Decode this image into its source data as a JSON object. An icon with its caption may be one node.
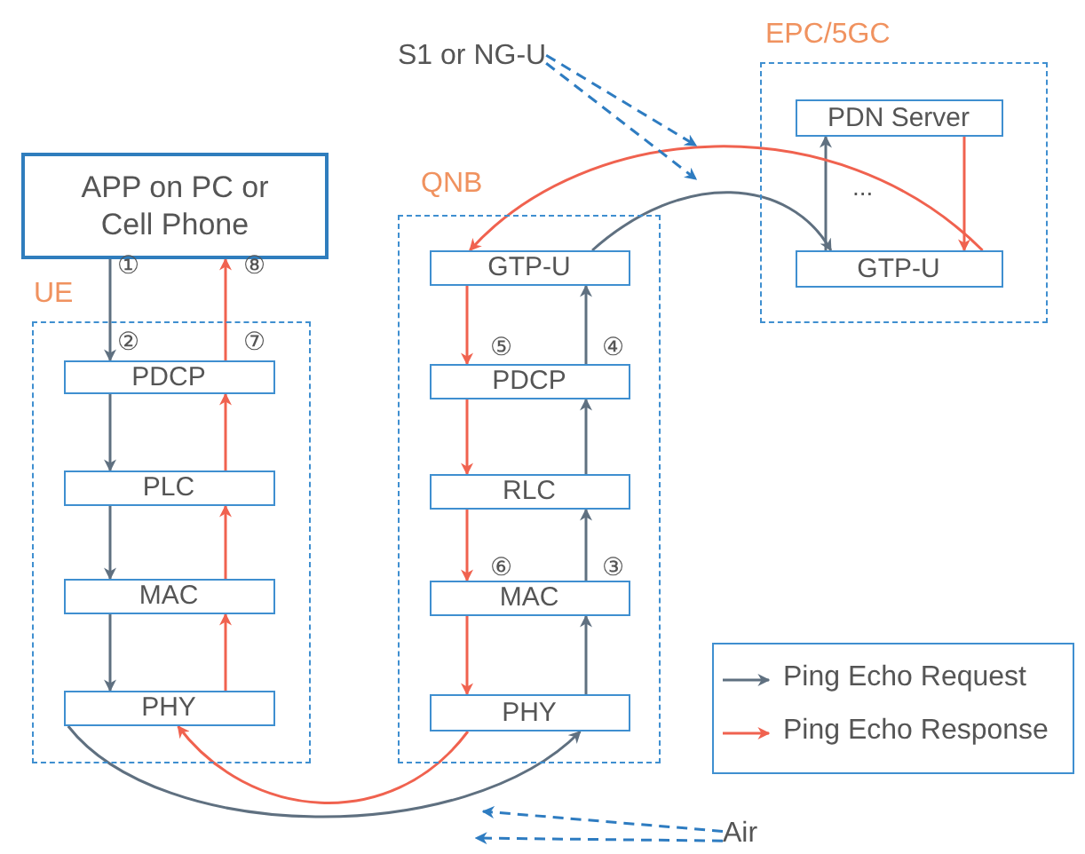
{
  "diagram": {
    "nodes": [
      {
        "text": [
          "APP on PC or Cell Phone"
        ]
      },
      {
        "text": [
          "UE"
        ]
      },
      {
        "text": [
          "PDCP"
        ],
        "in": 1
      },
      {
        "text": [
          "PLC"
        ],
        "in": 1
      },
      {
        "text": [
          "MAC"
        ],
        "in": 1
      },
      {
        "text": [
          "PHY"
        ],
        "in": 1
      },
      {
        "text": [
          "QNB"
        ]
      },
      {
        "text": [
          "GTP-U"
        ],
        "in": 6
      },
      {
        "text": [
          "PDCP"
        ],
        "in": 6
      },
      {
        "text": [
          "RLC"
        ],
        "in": 6
      },
      {
        "text": [
          "MAC"
        ],
        "in": 6
      },
      {
        "text": [
          "PHY"
        ],
        "in": 6
      },
      {
        "text": [
          "EPC/5GC"
        ]
      },
      {
        "text": [
          "PDN Server"
        ],
        "in": 12
      },
      {
        "text": [
          "GTP-U"
        ],
        "in": 12
      },
      {
        "text": [
          "S1 or NG-U"
        ]
      },
      {
        "text": [
          "Air"
        ]
      }
    ],
    "edges": [
      {
        "from": 0,
        "to": 2,
        "arrow": "to"
      },
      {
        "from": 2,
        "to": 0,
        "arrow": "to",
        "color": "#f0624f"
      },
      {
        "from": 2,
        "to": 3,
        "arrow": "to"
      },
      {
        "from": 3,
        "to": 2,
        "arrow": "to",
        "color": "#f0624f"
      },
      {
        "from": 3,
        "to": 4,
        "arrow": "to"
      },
      {
        "from": 4,
        "to": 3,
        "arrow": "to",
        "color": "#f0624f"
      },
      {
        "from": 4,
        "to": 5,
        "arrow": "to"
      },
      {
        "from": 5,
        "to": 4,
        "arrow": "to",
        "color": "#f0624f"
      },
      {
        "from": 5,
        "to": 11,
        "arrow": "to"
      },
      {
        "from": 11,
        "to": 5,
        "arrow": "to",
        "color": "#f0624f"
      },
      {
        "from": 11,
        "to": 10,
        "arrow": "to"
      },
      {
        "from": 10,
        "to": 9,
        "arrow": "to"
      },
      {
        "from": 9,
        "to": 8,
        "arrow": "to"
      },
      {
        "from": 8,
        "to": 7,
        "arrow": "to"
      },
      {
        "from": 7,
        "to": 14,
        "arrow": "to"
      },
      {
        "from": 14,
        "to": 13,
        "arrow": "to"
      },
      {
        "from": 13,
        "to": 14,
        "arrow": "to",
        "color": "#f0624f"
      },
      {
        "from": 14,
        "to": 7,
        "arrow": "to",
        "color": "#f0624f"
      },
      {
        "from": 7,
        "to": 8,
        "arrow": "to",
        "color": "#f0624f"
      },
      {
        "from": 8,
        "to": 9,
        "arrow": "to",
        "color": "#f0624f"
      },
      {
        "from": 9,
        "to": 10,
        "arrow": "to",
        "color": "#f0624f"
      },
      {
        "from": 10,
        "to": 11,
        "arrow": "to",
        "color": "#f0624f"
      },
      {
        "from": 15,
        "to": null,
        "arrow": "to",
        "style": "dashed",
        "color": "#2e7cc1"
      },
      {
        "from": 15,
        "to": null,
        "arrow": "to",
        "style": "dashed",
        "color": "#2e7cc1"
      },
      {
        "from": 16,
        "to": null,
        "arrow": "to",
        "style": "dashed",
        "color": "#2e7cc1"
      },
      {
        "from": 16,
        "to": null,
        "arrow": "to",
        "style": "dashed",
        "color": "#2e7cc1"
      }
    ],
    "labels": [
      "①",
      "⑧",
      "②",
      "⑦",
      "⑤",
      "④",
      "...",
      "⑥",
      "③"
    ],
    "legend": [
      {
        "text": "Ping Echo Request"
      },
      {
        "text": "Ping Echo Response"
      }
    ]
  }
}
